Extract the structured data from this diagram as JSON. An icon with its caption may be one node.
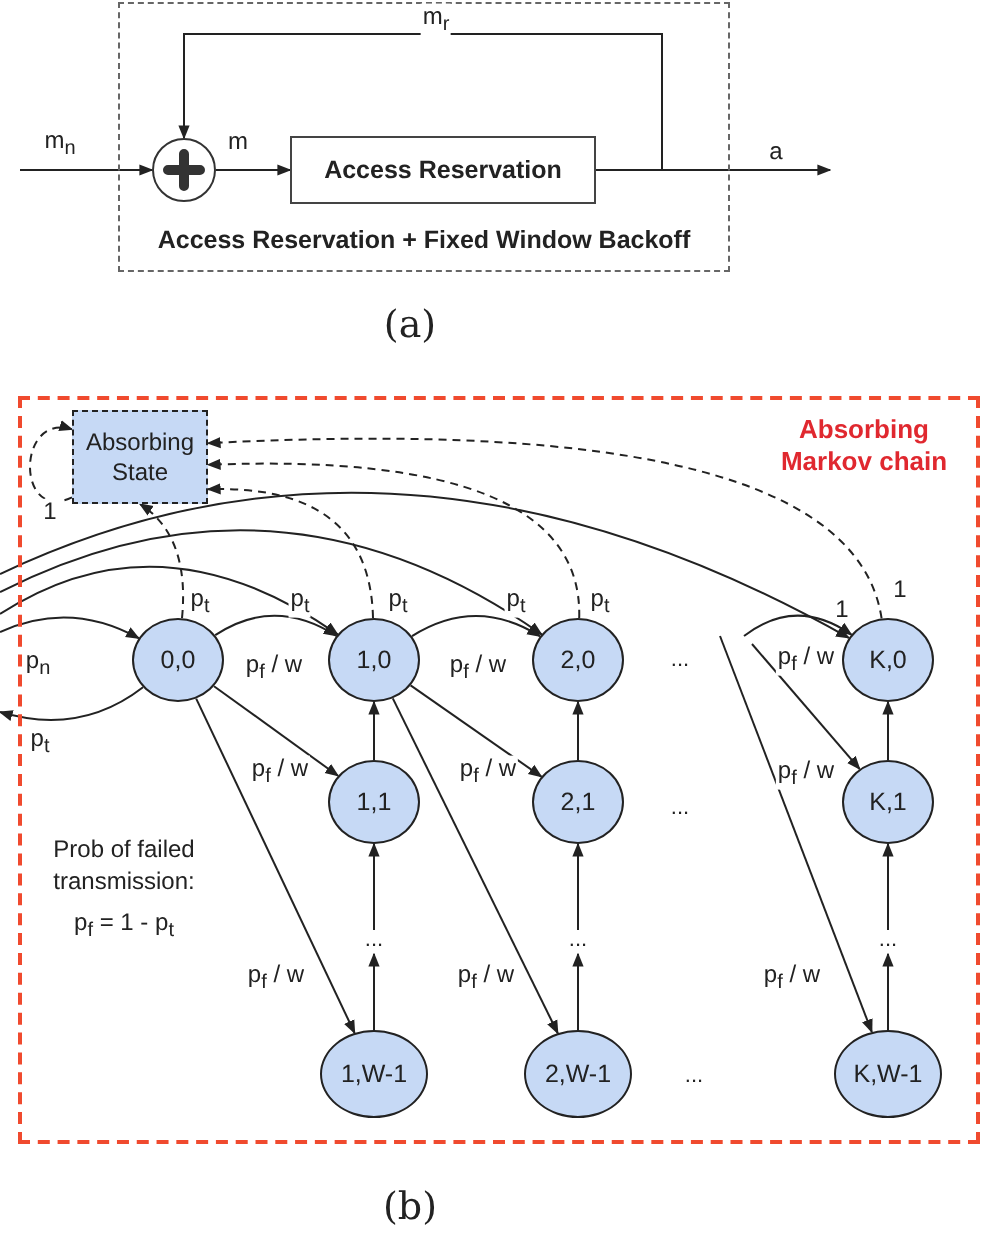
{
  "diagram": {
    "nodes": [
      {
        "text": [
          "Access Reservation + Fixed Window Backoff"
        ]
      },
      {
        "text": [],
        "shape": "circle",
        "in": 0
      },
      {
        "text": [
          "Access Reservation"
        ],
        "in": 0
      },
      {
        "text": [
          "Absorbing Markov chain"
        ]
      },
      {
        "text": [
          "Absorbing State"
        ],
        "in": 3
      },
      {
        "text": [
          "0,0"
        ],
        "in": 3
      },
      {
        "text": [
          "1,0"
        ],
        "in": 3
      },
      {
        "text": [
          "2,0"
        ],
        "in": 3
      },
      {
        "text": [
          "K,0"
        ],
        "in": 3
      },
      {
        "text": [
          "1,1"
        ],
        "in": 3
      },
      {
        "text": [
          "2,1"
        ],
        "in": 3
      },
      {
        "text": [
          "K,1"
        ],
        "in": 3
      },
      {
        "text": [
          "1,W-1"
        ],
        "in": 3
      },
      {
        "text": [
          "2,W-1"
        ],
        "in": 3
      },
      {
        "text": [
          "K,W-1"
        ],
        "in": 3
      },
      {
        "text": [
          "..."
        ],
        "in": 3
      },
      {
        "text": [
          "..."
        ],
        "in": 3
      },
      {
        "text": [
          "..."
        ],
        "in": 3
      }
    ],
    "edges": [
      {
        "from": null,
        "to": 1,
        "arrow": "to",
        "label": "m$_{n}$"
      },
      {
        "from": 1,
        "to": 2,
        "arrow": "to",
        "label": "m"
      },
      {
        "from": 2,
        "to": null,
        "arrow": "to",
        "label": "a"
      },
      {
        "from": 2,
        "to": 1,
        "arrow": "to",
        "label": "m$_{r}$"
      },
      {
        "from": 4,
        "to": 4,
        "arrow": "to",
        "label": "1",
        "style": "dashed"
      },
      {
        "from": 5,
        "to": 4,
        "arrow": "to",
        "label": "p$_{t}$",
        "style": "dashed"
      },
      {
        "from": 6,
        "to": 4,
        "arrow": "to",
        "label": "p$_{t}$",
        "style": "dashed"
      },
      {
        "from": 7,
        "to": 4,
        "arrow": "to",
        "label": "p$_{t}$",
        "style": "dashed"
      },
      {
        "from": 8,
        "to": 4,
        "arrow": "to",
        "label": "1",
        "style": "dashed"
      },
      {
        "from": null,
        "to": 5,
        "arrow": "to",
        "label": "p$_{n}$"
      },
      {
        "from": 5,
        "to": null,
        "arrow": "to",
        "label": "p$_{t}$"
      },
      {
        "from": null,
        "to": 6,
        "arrow": "to",
        "label": "p$_{t}$"
      },
      {
        "from": null,
        "to": 7,
        "arrow": "to",
        "label": "p$_{t}$"
      },
      {
        "from": null,
        "to": 8,
        "arrow": "to",
        "label": "1"
      },
      {
        "from": 5,
        "to": 6,
        "arrow": "to",
        "label": "p$_{f}$ / w"
      },
      {
        "from": 6,
        "to": 7,
        "arrow": "to",
        "label": "p$_{f}$ / w"
      },
      {
        "from": null,
        "to": 8,
        "arrow": "to",
        "label": "p$_{f}$ / w"
      },
      {
        "from": 5,
        "to": 9,
        "arrow": "to",
        "label": "p$_{f}$ / w"
      },
      {
        "from": 5,
        "to": 12,
        "arrow": "to",
        "label": "p$_{f}$ / w"
      },
      {
        "from": 6,
        "to": 10,
        "arrow": "to",
        "label": "p$_{f}$ / w"
      },
      {
        "from": 6,
        "to": 13,
        "arrow": "to",
        "label": "p$_{f}$ / w"
      },
      {
        "from": null,
        "to": 11,
        "arrow": "to",
        "label": "p$_{f}$ / w"
      },
      {
        "from": null,
        "to": 14,
        "arrow": "to",
        "label": "p$_{f}$ / w"
      },
      {
        "from": 12,
        "to": 15,
        "arrow": "to"
      },
      {
        "from": 15,
        "to": 9,
        "arrow": "to"
      },
      {
        "from": 9,
        "to": 6,
        "arrow": "to"
      },
      {
        "from": 13,
        "to": 16,
        "arrow": "to"
      },
      {
        "from": 16,
        "to": 10,
        "arrow": "to"
      },
      {
        "from": 10,
        "to": 7,
        "arrow": "to"
      },
      {
        "from": 14,
        "to": 17,
        "arrow": "to"
      },
      {
        "from": 17,
        "to": 11,
        "arrow": "to"
      },
      {
        "from": 11,
        "to": 8,
        "arrow": "to"
      }
    ],
    "labels": [
      "(a)",
      "...",
      "...",
      "Prob of failed transmission:",
      "p$_{f}$ = 1 - p$_{t}$",
      "...",
      "(b)"
    ]
  }
}
